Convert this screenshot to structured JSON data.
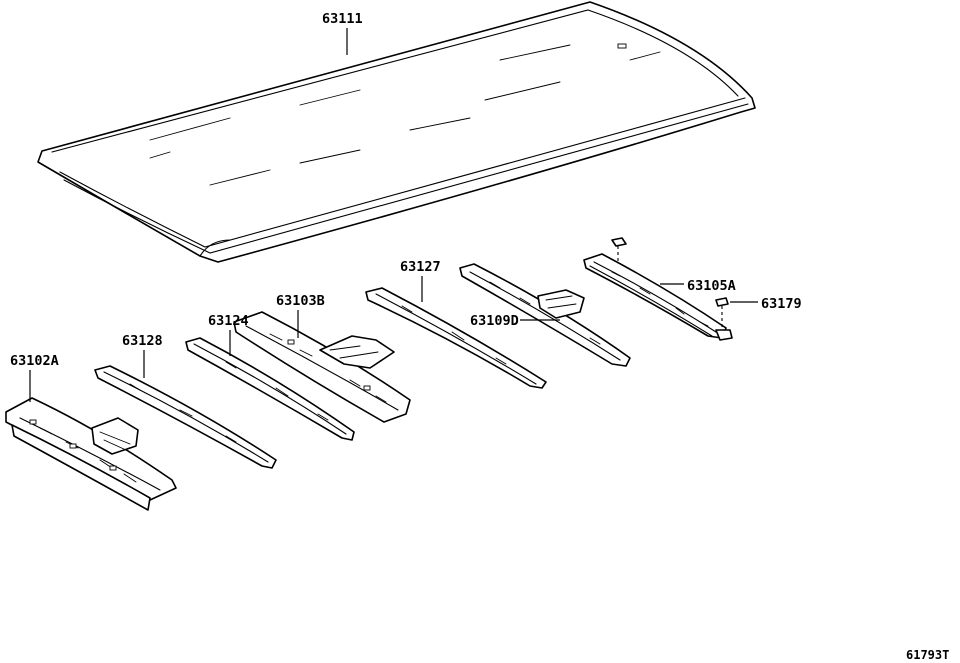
{
  "parts": [
    {
      "id": "roof-panel",
      "number": "63111"
    },
    {
      "id": "roof-bow-rear",
      "number": "63127"
    },
    {
      "id": "roof-bow-center",
      "number": "63103B"
    },
    {
      "id": "roof-bow-front-inner",
      "number": "63124"
    },
    {
      "id": "roof-bow-front",
      "number": "63128"
    },
    {
      "id": "front-header-panel",
      "number": "63102A"
    },
    {
      "id": "reinforcement-rear",
      "number": "63109D"
    },
    {
      "id": "rear-header-panel",
      "number": "63105A"
    },
    {
      "id": "rivet-clip",
      "number": "63179"
    }
  ],
  "diagram_ref": "61793T"
}
